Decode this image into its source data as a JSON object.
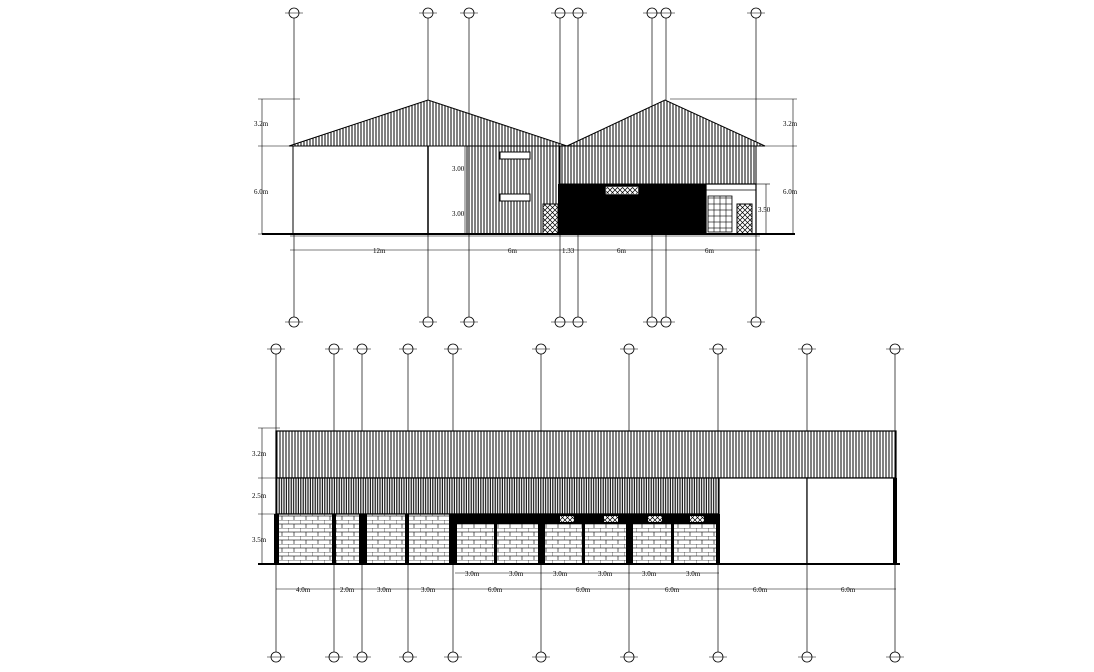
{
  "top_elevation": {
    "level_labels_left": [
      "3.2m",
      "6.0m"
    ],
    "level_labels_right": [
      "3.2m",
      "6.0m"
    ],
    "floor_labels": [
      "3.00",
      "3.00"
    ],
    "opening_label": "3.50",
    "span_labels": [
      "12m",
      "6m",
      "1.33",
      "6m",
      "6m"
    ]
  },
  "bottom_elevation": {
    "level_labels": [
      "3.2m",
      "2.5m",
      "3.5m"
    ],
    "bay_labels_upper": [
      "3.0m",
      "3.0m",
      "3.0m",
      "3.0m",
      "3.0m",
      "3.0m"
    ],
    "bay_labels_lower": [
      "4.0m",
      "2.0m",
      "3.0m",
      "3.0m",
      "6.0m",
      "6.0m",
      "6.0m",
      "6.0m",
      "6.0m"
    ]
  },
  "colors": {
    "line": "#000000",
    "background": "#ffffff"
  },
  "icons": [
    "grid-axis-bubble-icon"
  ]
}
